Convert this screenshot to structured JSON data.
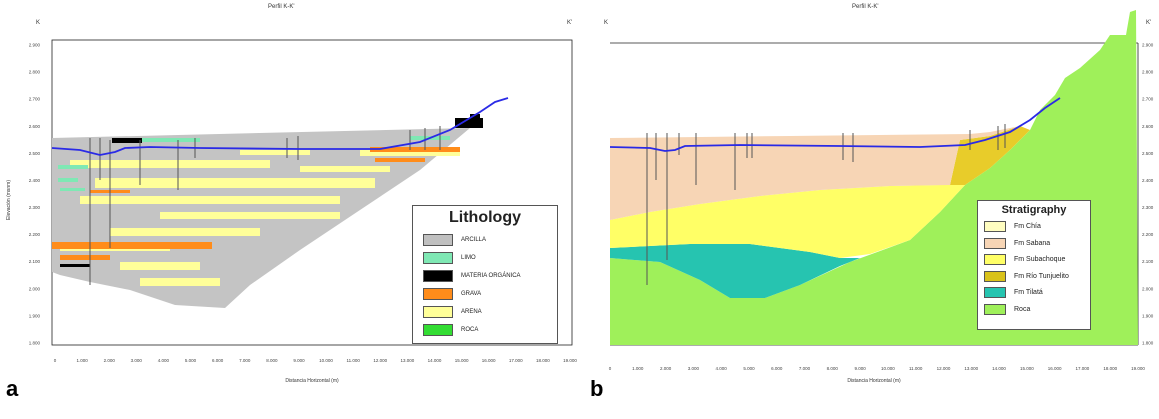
{
  "panel_a": {
    "letter": "a",
    "title": "Perfil K-K'",
    "corner_left": "K",
    "corner_right": "K'",
    "y_axis_label": "Elevación (msnm)",
    "x_axis_label": "Distancia Horizontal (m)",
    "y_ticks": [
      "2.900",
      "2.800",
      "2.700",
      "2.600",
      "2.500",
      "2.400",
      "2.300",
      "2.200",
      "2.100",
      "2.000",
      "1.900",
      "1.800"
    ],
    "x_ticks": [
      "0",
      "1.000",
      "2.000",
      "3.000",
      "4.000",
      "5.000",
      "6.000",
      "7.000",
      "8.000",
      "9.000",
      "10.000",
      "11.000",
      "12.000",
      "13.000",
      "14.000",
      "15.000",
      "16.000",
      "17.000",
      "18.000",
      "19.000"
    ],
    "legend": {
      "title": "Lithology",
      "items": [
        {
          "label": "ARCILLA",
          "color": "#c0c0c0"
        },
        {
          "label": "LIMO",
          "color": "#7fe8b4"
        },
        {
          "label": "MATERIA ORGÁNICA",
          "color": "#000000"
        },
        {
          "label": "GRAVA",
          "color": "#ff8c1a"
        },
        {
          "label": "ARENA",
          "color": "#ffff99"
        },
        {
          "label": "ROCA",
          "color": "#33dd33"
        }
      ]
    }
  },
  "panel_b": {
    "letter": "b",
    "title": "Perfil K-K'",
    "corner_left": "K",
    "corner_right": "K'",
    "x_axis_label": "Distancia Horizontal (m)",
    "y_ticks": [
      "2.900",
      "2.800",
      "2.700",
      "2.600",
      "2.500",
      "2.400",
      "2.300",
      "2.200",
      "2.100",
      "2.000",
      "1.900",
      "1.800"
    ],
    "x_ticks": [
      "0",
      "1.000",
      "2.000",
      "3.000",
      "4.000",
      "5.000",
      "6.000",
      "7.000",
      "8.000",
      "9.000",
      "10.000",
      "11.000",
      "12.000",
      "13.000",
      "14.000",
      "15.000",
      "16.000",
      "17.000",
      "18.000",
      "19.000"
    ],
    "legend": {
      "title": "Stratigraphy",
      "items": [
        {
          "label": "Fm Chía",
          "color": "#fffdc0"
        },
        {
          "label": "Fm Sabana",
          "color": "#f7d5b5"
        },
        {
          "label": "Fm Subachoque",
          "color": "#ffff66"
        },
        {
          "label": "Fm Río Tunjuelito",
          "color": "#d9c21a"
        },
        {
          "label": "Fm Tilatá",
          "color": "#26c4b0"
        },
        {
          "label": "Roca",
          "color": "#9ff05a"
        }
      ]
    }
  }
}
